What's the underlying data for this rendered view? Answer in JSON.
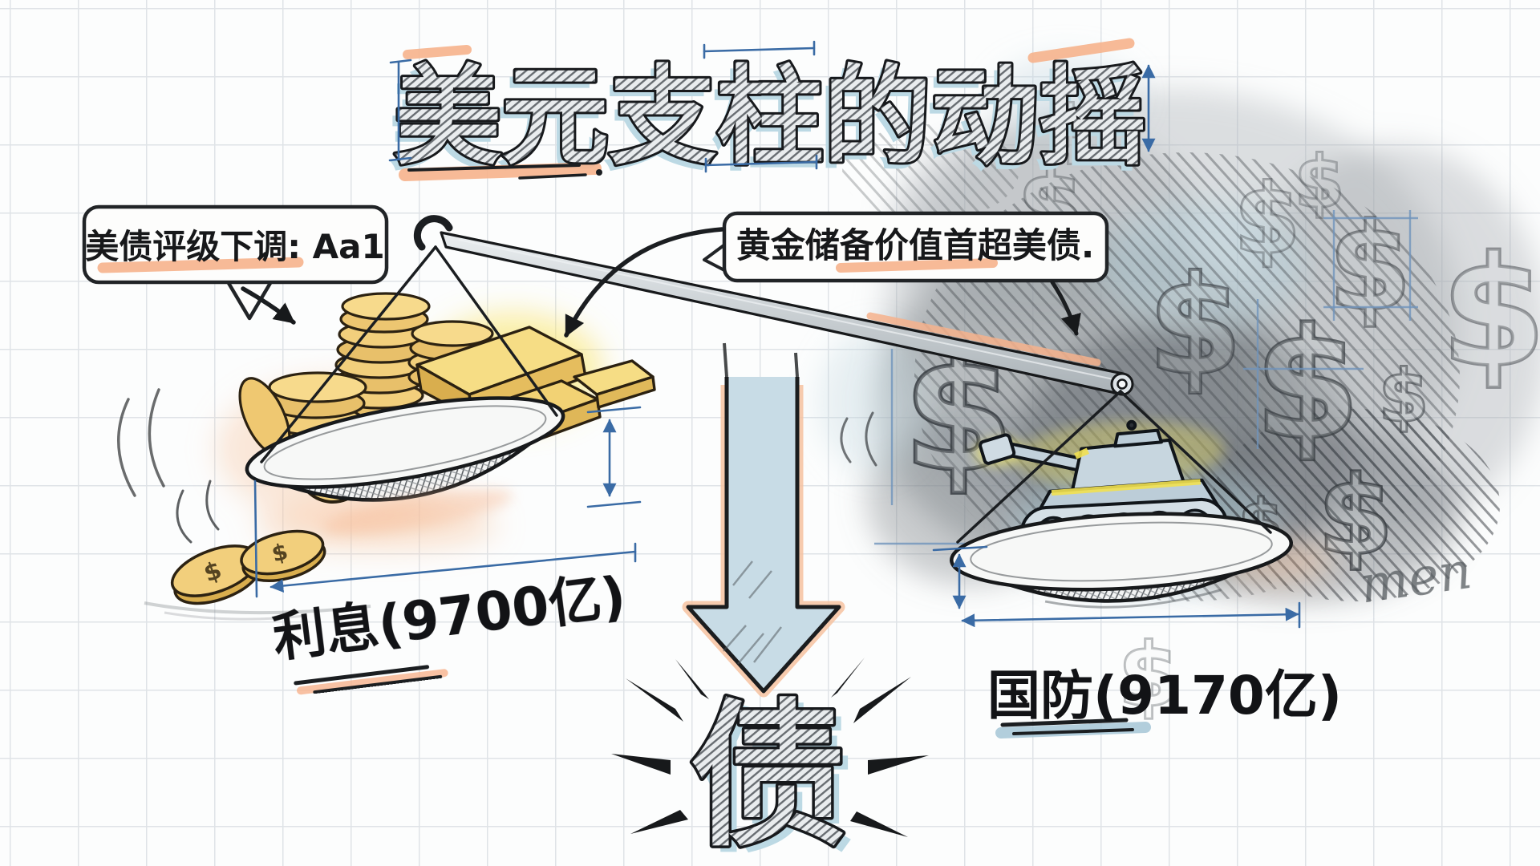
{
  "title": {
    "text": "美元支柱的动摇"
  },
  "callouts": {
    "left": {
      "text": "美债评级下调: Aa1"
    },
    "right": {
      "text": "黄金储备价值首超美债."
    }
  },
  "scale": {
    "left_label": "利息(9700亿)",
    "right_label": "国防(9170亿)"
  },
  "center": {
    "debt_char": "债"
  },
  "decor": {
    "dollar_sign": "$",
    "corner_scribble": "men"
  },
  "colors": {
    "peach_highlight": "#f6b28c",
    "sketch_blue_shadow": "#bcd9e4",
    "dimension_blue": "#3a6ba5",
    "gold": "#f1ce79",
    "tank_steel": "#c4d3dd",
    "accent_yellow": "#f2e150",
    "arrow_fill": "#c8dce6"
  }
}
